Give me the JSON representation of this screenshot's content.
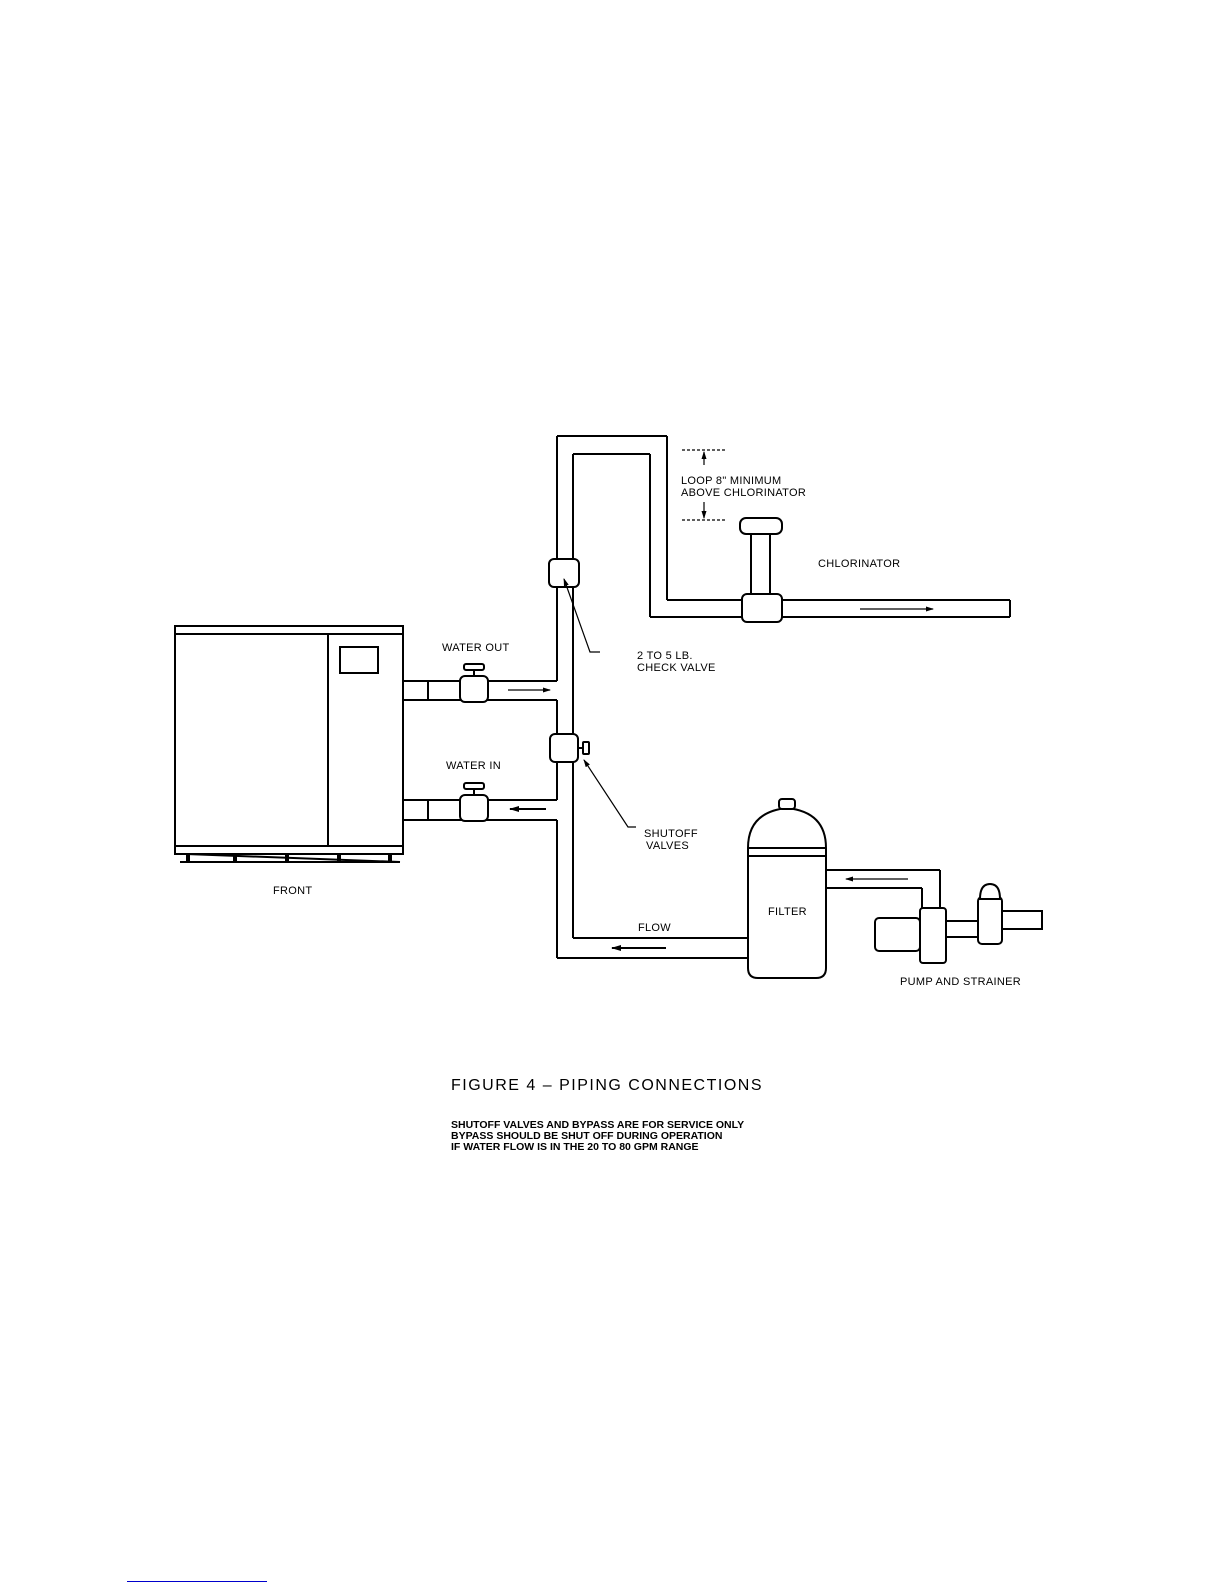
{
  "labels": {
    "water_out": "WATER OUT",
    "water_in": "WATER IN",
    "front": "FRONT",
    "loop_line1": "LOOP 8\" MINIMUM",
    "loop_line2": "ABOVE CHLORINATOR",
    "chlorinator": "CHLORINATOR",
    "check_valve_line1": "2 TO 5 LB.",
    "check_valve_line2": "CHECK VALVE",
    "shutoff_line1": "SHUTOFF",
    "shutoff_line2": "VALVES",
    "filter": "FILTER",
    "flow": "FLOW",
    "pump": "PUMP AND STRAINER"
  },
  "caption": {
    "title": "FIGURE 4 – PIPING CONNECTIONS",
    "notes": [
      "SHUTOFF VALVES AND BYPASS ARE FOR SERVICE ONLY",
      "BYPASS SHOULD BE SHUT OFF DURING OPERATION",
      "IF WATER FLOW IS IN THE 20 TO 80 GPM RANGE"
    ]
  }
}
